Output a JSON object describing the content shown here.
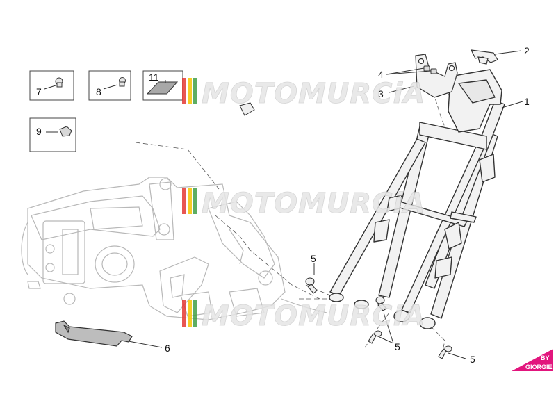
{
  "diagram": {
    "callouts": {
      "c1": "1",
      "c2": "2",
      "c3": "3",
      "c4": "4",
      "c5a": "5",
      "c5b": "5",
      "c5c": "5",
      "c6": "6",
      "c7": "7",
      "c8": "8",
      "c9": "9",
      "c11": "11"
    },
    "watermark": {
      "text": "MOTOMURCiA",
      "stripe_colors": [
        "#e53935",
        "#f5c400",
        "#43a047"
      ]
    },
    "badge": {
      "line1": "BY",
      "line2": "GIORGIE",
      "color": "#e2157d"
    }
  }
}
